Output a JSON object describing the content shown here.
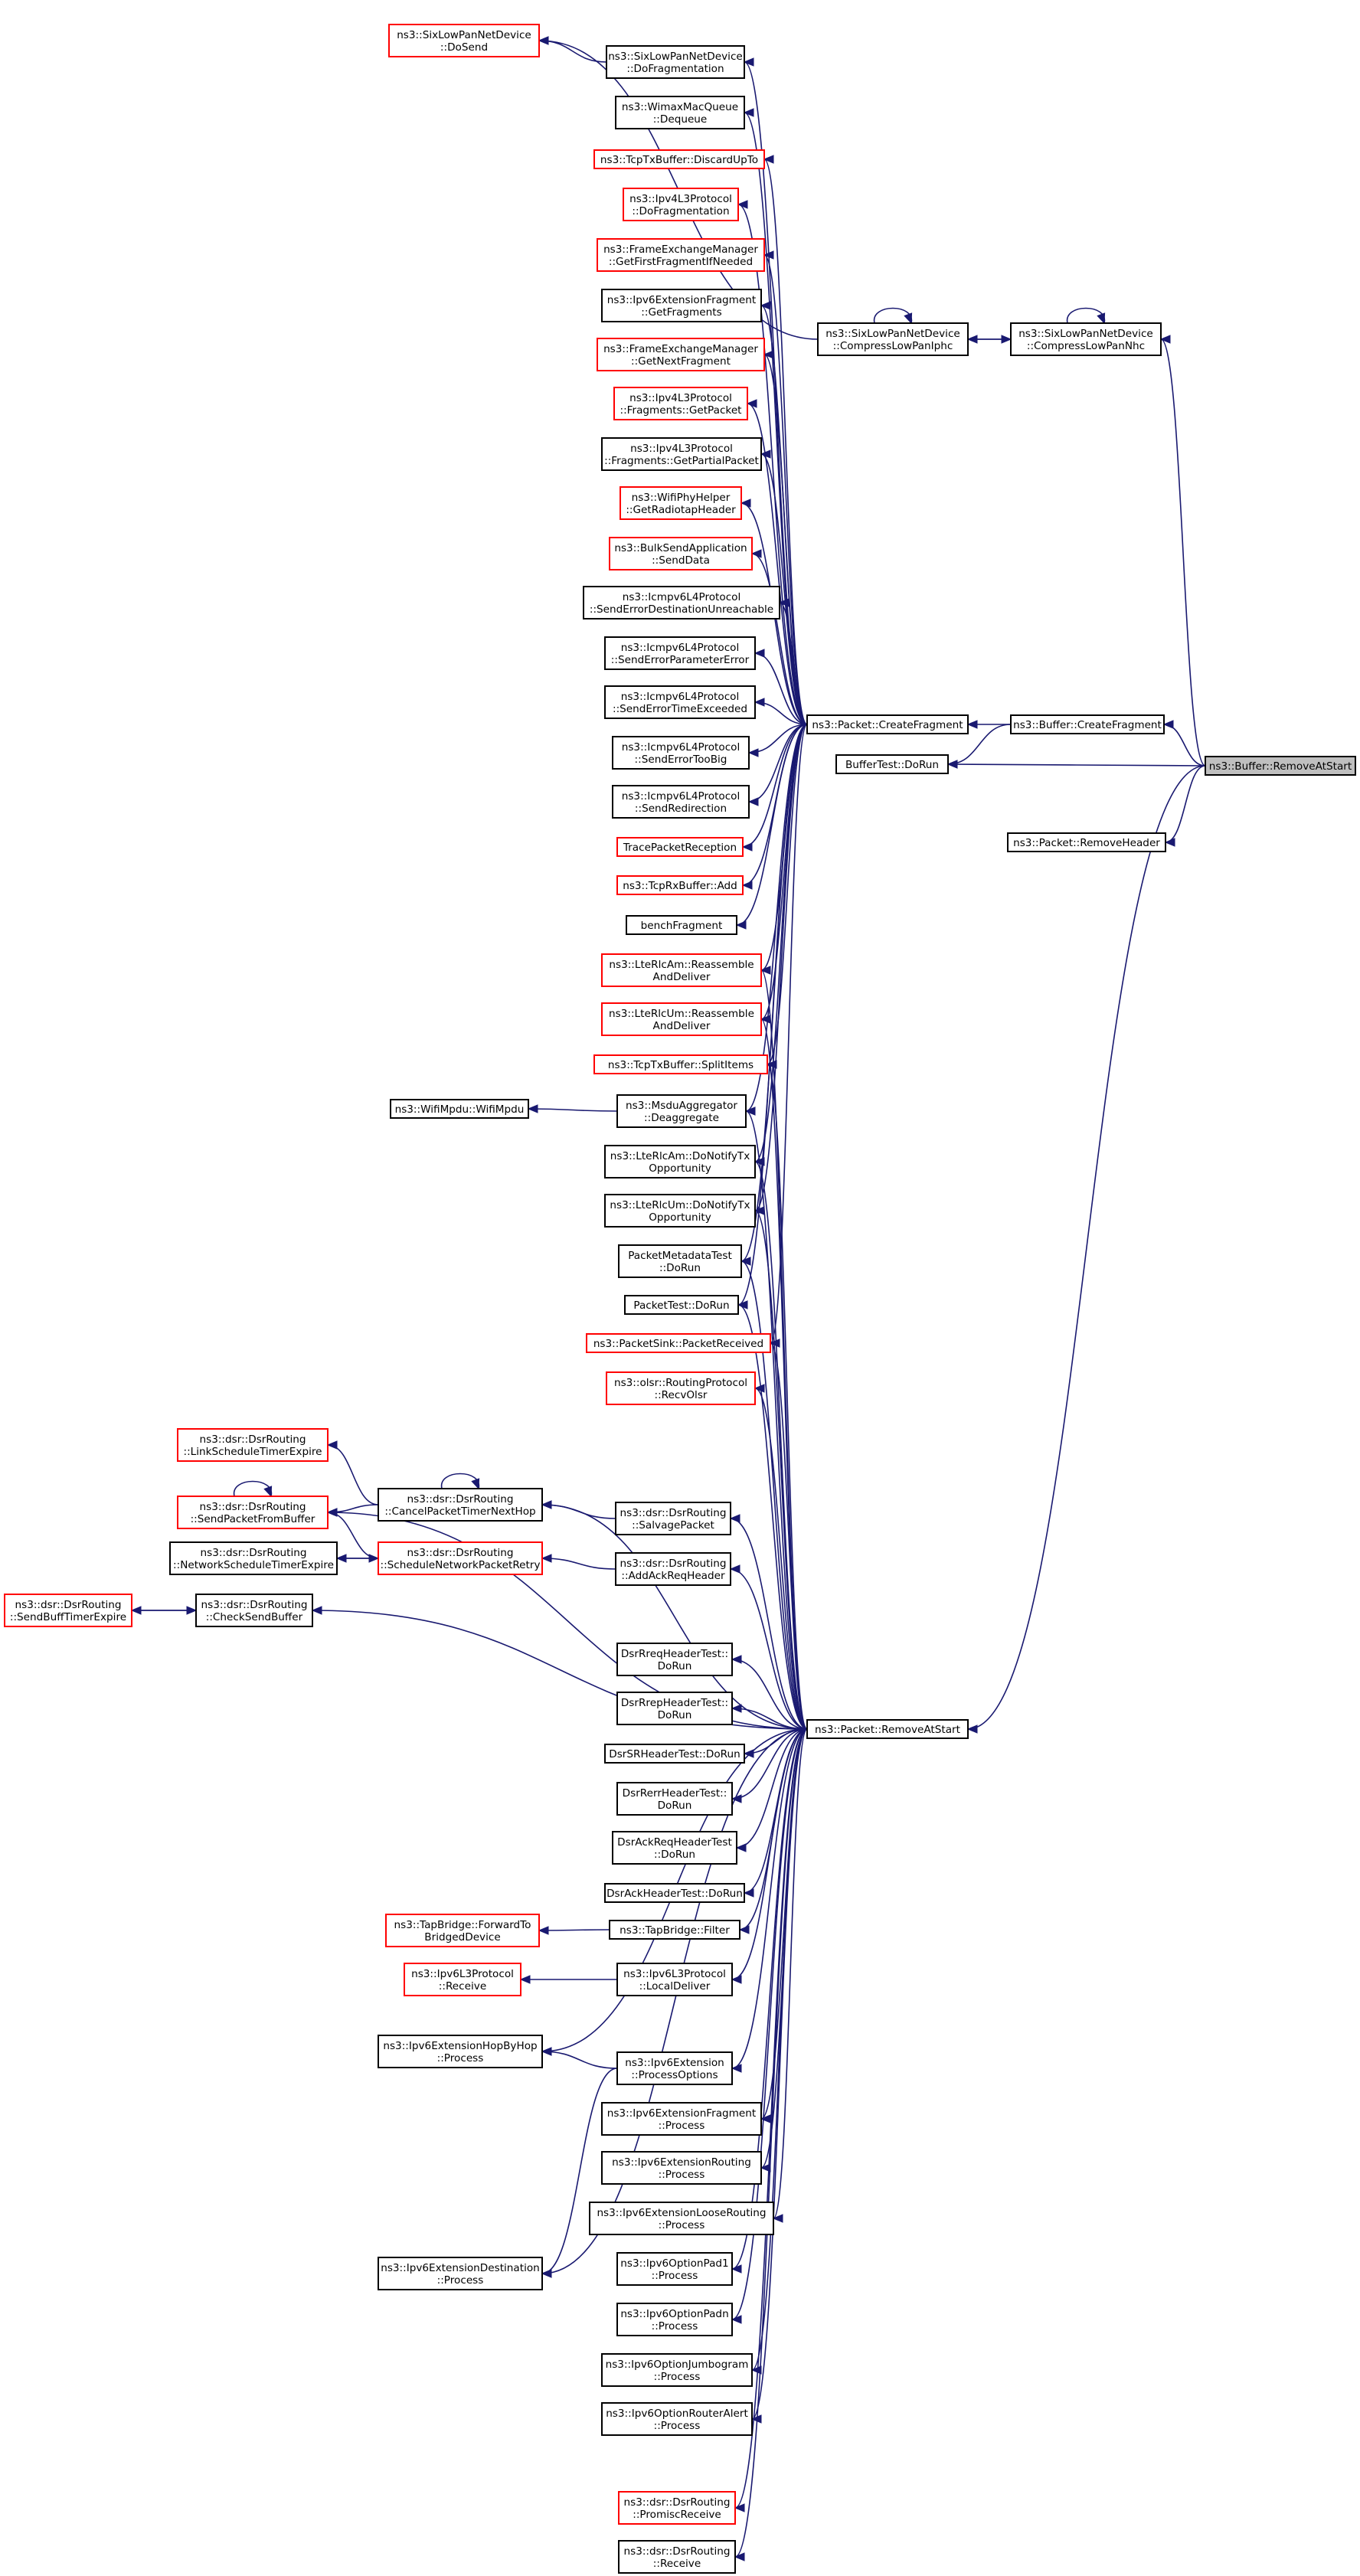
{
  "colors": {
    "edge": "#191970",
    "node_black": "#000000",
    "node_red": "#ff0000",
    "focus_fill": "#bfbfbf"
  },
  "nodes": {
    "lp_send": {
      "lines": [
        "ns3::SixLowPanNetDevice",
        "::DoSend"
      ],
      "border": "red"
    },
    "lp_frag": {
      "lines": [
        "ns3::SixLowPanNetDevice",
        "::DoFragmentation"
      ],
      "border": "black"
    },
    "wimax": {
      "lines": [
        "ns3::WimaxMacQueue",
        "::Dequeue"
      ],
      "border": "black"
    },
    "tcptx_discard": {
      "lines": [
        "ns3::TcpTxBuffer::DiscardUpTo"
      ],
      "border": "red"
    },
    "ipv4_dofrag": {
      "lines": [
        "ns3::Ipv4L3Protocol",
        "::DoFragmentation"
      ],
      "border": "red"
    },
    "fem_first": {
      "lines": [
        "ns3::FrameExchangeManager",
        "::GetFirstFragmentIfNeeded"
      ],
      "border": "red"
    },
    "ipv6ef_get": {
      "lines": [
        "ns3::Ipv6ExtensionFragment",
        "::GetFragments"
      ],
      "border": "black"
    },
    "fem_next": {
      "lines": [
        "ns3::FrameExchangeManager",
        "::GetNextFragment"
      ],
      "border": "red"
    },
    "ipv4_getpacket": {
      "lines": [
        "ns3::Ipv4L3Protocol",
        "::Fragments::GetPacket"
      ],
      "border": "red"
    },
    "ipv4_getpartial": {
      "lines": [
        "ns3::Ipv4L3Protocol",
        "::Fragments::GetPartialPacket"
      ],
      "border": "black"
    },
    "wifiphy_radiotap": {
      "lines": [
        "ns3::WifiPhyHelper",
        "::GetRadiotapHeader"
      ],
      "border": "red"
    },
    "bulksend": {
      "lines": [
        "ns3::BulkSendApplication",
        "::SendData"
      ],
      "border": "red"
    },
    "icmp_dest": {
      "lines": [
        "ns3::Icmpv6L4Protocol",
        "::SendErrorDestinationUnreachable"
      ],
      "border": "black"
    },
    "icmp_param": {
      "lines": [
        "ns3::Icmpv6L4Protocol",
        "::SendErrorParameterError"
      ],
      "border": "black"
    },
    "icmp_time": {
      "lines": [
        "ns3::Icmpv6L4Protocol",
        "::SendErrorTimeExceeded"
      ],
      "border": "black"
    },
    "icmp_toobig": {
      "lines": [
        "ns3::Icmpv6L4Protocol",
        "::SendErrorTooBig"
      ],
      "border": "black"
    },
    "icmp_redir": {
      "lines": [
        "ns3::Icmpv6L4Protocol",
        "::SendRedirection"
      ],
      "border": "black"
    },
    "trace_rx": {
      "lines": [
        "TracePacketReception"
      ],
      "border": "red"
    },
    "tcprx_add": {
      "lines": [
        "ns3::TcpRxBuffer::Add"
      ],
      "border": "red"
    },
    "bench": {
      "lines": [
        "benchFragment"
      ],
      "border": "black"
    },
    "rlcam_reasm": {
      "lines": [
        "ns3::LteRlcAm::Reassemble",
        "AndDeliver"
      ],
      "border": "red"
    },
    "rlcum_reasm": {
      "lines": [
        "ns3::LteRlcUm::Reassemble",
        "AndDeliver"
      ],
      "border": "red"
    },
    "tcptx_split": {
      "lines": [
        "ns3::TcpTxBuffer::SplitItems"
      ],
      "border": "red"
    },
    "wifimpdu": {
      "lines": [
        "ns3::WifiMpdu::WifiMpdu"
      ],
      "border": "black"
    },
    "msdu_deagg": {
      "lines": [
        "ns3::MsduAggregator",
        "::Deaggregate"
      ],
      "border": "black"
    },
    "rlcam_notify": {
      "lines": [
        "ns3::LteRlcAm::DoNotifyTx",
        "Opportunity"
      ],
      "border": "black"
    },
    "rlcum_notify": {
      "lines": [
        "ns3::LteRlcUm::DoNotifyTx",
        "Opportunity"
      ],
      "border": "black"
    },
    "pktmeta": {
      "lines": [
        "PacketMetadataTest",
        "::DoRun"
      ],
      "border": "black"
    },
    "pkttest": {
      "lines": [
        "PacketTest::DoRun"
      ],
      "border": "black"
    },
    "pktsink": {
      "lines": [
        "ns3::PacketSink::PacketReceived"
      ],
      "border": "red"
    },
    "olsr": {
      "lines": [
        "ns3::olsr::RoutingProtocol",
        "::RecvOlsr"
      ],
      "border": "red"
    },
    "dsr_link": {
      "lines": [
        "ns3::dsr::DsrRouting",
        "::LinkScheduleTimerExpire"
      ],
      "border": "red"
    },
    "dsr_sendbuf": {
      "lines": [
        "ns3::dsr::DsrRouting",
        "::SendPacketFromBuffer"
      ],
      "border": "red"
    },
    "dsr_cancel": {
      "lines": [
        "ns3::dsr::DsrRouting",
        "::CancelPacketTimerNextHop"
      ],
      "border": "black"
    },
    "dsr_salvage": {
      "lines": [
        "ns3::dsr::DsrRouting",
        "::SalvagePacket"
      ],
      "border": "black"
    },
    "dsr_netsched": {
      "lines": [
        "ns3::dsr::DsrRouting",
        "::NetworkScheduleTimerExpire"
      ],
      "border": "black"
    },
    "dsr_schedretry": {
      "lines": [
        "ns3::dsr::DsrRouting",
        "::ScheduleNetworkPacketRetry"
      ],
      "border": "red"
    },
    "dsr_addack": {
      "lines": [
        "ns3::dsr::DsrRouting",
        "::AddAckReqHeader"
      ],
      "border": "black"
    },
    "dsr_buffexp": {
      "lines": [
        "ns3::dsr::DsrRouting",
        "::SendBuffTimerExpire"
      ],
      "border": "red"
    },
    "dsr_checkbuf": {
      "lines": [
        "ns3::dsr::DsrRouting",
        "::CheckSendBuffer"
      ],
      "border": "black"
    },
    "dsrrreq": {
      "lines": [
        "DsrRreqHeaderTest::",
        "DoRun"
      ],
      "border": "black"
    },
    "dsrrrep": {
      "lines": [
        "DsrRrepHeaderTest::",
        "DoRun"
      ],
      "border": "black"
    },
    "dsrsr": {
      "lines": [
        "DsrSRHeaderTest::DoRun"
      ],
      "border": "black"
    },
    "dsrrerr": {
      "lines": [
        "DsrRerrHeaderTest::",
        "DoRun"
      ],
      "border": "black"
    },
    "dsrackreq": {
      "lines": [
        "DsrAckReqHeaderTest",
        "::DoRun"
      ],
      "border": "black"
    },
    "dsrack": {
      "lines": [
        "DsrAckHeaderTest::DoRun"
      ],
      "border": "black"
    },
    "tap_fwd": {
      "lines": [
        "ns3::TapBridge::ForwardTo",
        "BridgedDevice"
      ],
      "border": "red"
    },
    "tap_filter": {
      "lines": [
        "ns3::TapBridge::Filter"
      ],
      "border": "black"
    },
    "ipv6l3_recv": {
      "lines": [
        "ns3::Ipv6L3Protocol",
        "::Receive"
      ],
      "border": "red"
    },
    "ipv6l3_local": {
      "lines": [
        "ns3::Ipv6L3Protocol",
        "::LocalDeliver"
      ],
      "border": "black"
    },
    "ipv6hbh": {
      "lines": [
        "ns3::Ipv6ExtensionHopByHop",
        "::Process"
      ],
      "border": "black"
    },
    "ipv6ext_opts": {
      "lines": [
        "ns3::Ipv6Extension",
        "::ProcessOptions"
      ],
      "border": "black"
    },
    "ipv6frag_proc": {
      "lines": [
        "ns3::Ipv6ExtensionFragment",
        "::Process"
      ],
      "border": "black"
    },
    "ipv6rout": {
      "lines": [
        "ns3::Ipv6ExtensionRouting",
        "::Process"
      ],
      "border": "black"
    },
    "ipv6loose": {
      "lines": [
        "ns3::Ipv6ExtensionLooseRouting",
        "::Process"
      ],
      "border": "black"
    },
    "ipv6dest": {
      "lines": [
        "ns3::Ipv6ExtensionDestination",
        "::Process"
      ],
      "border": "black"
    },
    "pad1": {
      "lines": [
        "ns3::Ipv6OptionPad1",
        "::Process"
      ],
      "border": "black"
    },
    "padn": {
      "lines": [
        "ns3::Ipv6OptionPadn",
        "::Process"
      ],
      "border": "black"
    },
    "jumbo": {
      "lines": [
        "ns3::Ipv6OptionJumbogram",
        "::Process"
      ],
      "border": "black"
    },
    "ralert": {
      "lines": [
        "ns3::Ipv6OptionRouterAlert",
        "::Process"
      ],
      "border": "black"
    },
    "dsr_promisc": {
      "lines": [
        "ns3::dsr::DsrRouting",
        "::PromiscReceive"
      ],
      "border": "red"
    },
    "dsr_recv": {
      "lines": [
        "ns3::dsr::DsrRouting",
        "::Receive"
      ],
      "border": "black"
    },
    "pkt_createfrag": {
      "lines": [
        "ns3::Packet::CreateFragment"
      ],
      "border": "black"
    },
    "pkt_removeatstart": {
      "lines": [
        "ns3::Packet::RemoveAtStart"
      ],
      "border": "black"
    },
    "lp_compiphc": {
      "lines": [
        "ns3::SixLowPanNetDevice",
        "::CompressLowPanIphc"
      ],
      "border": "black"
    },
    "lp_compnhc": {
      "lines": [
        "ns3::SixLowPanNetDevice",
        "::CompressLowPanNhc"
      ],
      "border": "black"
    },
    "buf_createfrag": {
      "lines": [
        "ns3::Buffer::CreateFragment"
      ],
      "border": "black"
    },
    "buffertest": {
      "lines": [
        "BufferTest::DoRun"
      ],
      "border": "black"
    },
    "pkt_removeheader": {
      "lines": [
        "ns3::Packet::RemoveHeader"
      ],
      "border": "black"
    },
    "buf_removeatstart": {
      "lines": [
        "ns3::Buffer::RemoveAtStart"
      ],
      "border": "focus"
    }
  },
  "edges": [
    [
      "pkt_createfrag",
      "lp_frag"
    ],
    [
      "pkt_createfrag",
      "wimax"
    ],
    [
      "pkt_createfrag",
      "tcptx_discard"
    ],
    [
      "pkt_createfrag",
      "ipv4_dofrag"
    ],
    [
      "pkt_createfrag",
      "fem_first"
    ],
    [
      "pkt_createfrag",
      "ipv6ef_get"
    ],
    [
      "pkt_createfrag",
      "fem_next"
    ],
    [
      "pkt_createfrag",
      "ipv4_getpacket"
    ],
    [
      "pkt_createfrag",
      "ipv4_getpartial"
    ],
    [
      "pkt_createfrag",
      "wifiphy_radiotap"
    ],
    [
      "pkt_createfrag",
      "bulksend"
    ],
    [
      "pkt_createfrag",
      "icmp_dest"
    ],
    [
      "pkt_createfrag",
      "icmp_param"
    ],
    [
      "pkt_createfrag",
      "icmp_time"
    ],
    [
      "pkt_createfrag",
      "icmp_toobig"
    ],
    [
      "pkt_createfrag",
      "icmp_redir"
    ],
    [
      "pkt_createfrag",
      "trace_rx"
    ],
    [
      "pkt_createfrag",
      "tcprx_add"
    ],
    [
      "pkt_createfrag",
      "bench"
    ],
    [
      "pkt_createfrag",
      "rlcam_reasm"
    ],
    [
      "pkt_createfrag",
      "rlcum_reasm"
    ],
    [
      "pkt_createfrag",
      "tcptx_split"
    ],
    [
      "pkt_createfrag",
      "msdu_deagg"
    ],
    [
      "pkt_createfrag",
      "rlcam_notify"
    ],
    [
      "pkt_createfrag",
      "rlcum_notify"
    ],
    [
      "pkt_createfrag",
      "pktmeta"
    ],
    [
      "pkt_createfrag",
      "pkttest"
    ],
    [
      "pkt_createfrag",
      "pktsink"
    ],
    [
      "lp_frag",
      "lp_send"
    ],
    [
      "msdu_deagg",
      "wifimpdu"
    ],
    [
      "buf_createfrag",
      "pkt_createfrag"
    ],
    [
      "buf_createfrag",
      "buffertest"
    ],
    [
      "lp_compiphc",
      "lp_send"
    ],
    [
      "lp_compiphc",
      "lp_compnhc"
    ],
    [
      "lp_compnhc",
      "lp_compiphc"
    ],
    [
      "buf_removeatstart",
      "lp_compnhc"
    ],
    [
      "buf_removeatstart",
      "buf_createfrag"
    ],
    [
      "buf_removeatstart",
      "buffertest"
    ],
    [
      "buf_removeatstart",
      "pkt_removeatstart"
    ],
    [
      "buf_removeatstart",
      "pkt_removeheader"
    ],
    [
      "pkt_removeatstart",
      "rlcam_reasm"
    ],
    [
      "pkt_removeatstart",
      "rlcum_reasm"
    ],
    [
      "pkt_removeatstart",
      "tcptx_split"
    ],
    [
      "pkt_removeatstart",
      "msdu_deagg"
    ],
    [
      "pkt_removeatstart",
      "rlcam_notify"
    ],
    [
      "pkt_removeatstart",
      "rlcum_notify"
    ],
    [
      "pkt_removeatstart",
      "pktmeta"
    ],
    [
      "pkt_removeatstart",
      "pkttest"
    ],
    [
      "pkt_removeatstart",
      "pktsink"
    ],
    [
      "pkt_removeatstart",
      "olsr"
    ],
    [
      "pkt_removeatstart",
      "dsr_sendbuf"
    ],
    [
      "pkt_removeatstart",
      "dsr_cancel"
    ],
    [
      "pkt_removeatstart",
      "dsr_salvage"
    ],
    [
      "pkt_removeatstart",
      "dsr_addack"
    ],
    [
      "pkt_removeatstart",
      "dsr_checkbuf"
    ],
    [
      "pkt_removeatstart",
      "dsrrreq"
    ],
    [
      "pkt_removeatstart",
      "dsrrrep"
    ],
    [
      "pkt_removeatstart",
      "dsrsr"
    ],
    [
      "pkt_removeatstart",
      "dsrrerr"
    ],
    [
      "pkt_removeatstart",
      "dsrackreq"
    ],
    [
      "pkt_removeatstart",
      "dsrack"
    ],
    [
      "pkt_removeatstart",
      "tap_filter"
    ],
    [
      "pkt_removeatstart",
      "ipv6l3_local"
    ],
    [
      "pkt_removeatstart",
      "ipv6hbh"
    ],
    [
      "pkt_removeatstart",
      "ipv6ext_opts"
    ],
    [
      "pkt_removeatstart",
      "ipv6frag_proc"
    ],
    [
      "pkt_removeatstart",
      "ipv6rout"
    ],
    [
      "pkt_removeatstart",
      "ipv6loose"
    ],
    [
      "pkt_removeatstart",
      "ipv6dest"
    ],
    [
      "pkt_removeatstart",
      "pad1"
    ],
    [
      "pkt_removeatstart",
      "padn"
    ],
    [
      "pkt_removeatstart",
      "jumbo"
    ],
    [
      "pkt_removeatstart",
      "ralert"
    ],
    [
      "pkt_removeatstart",
      "dsr_promisc"
    ],
    [
      "pkt_removeatstart",
      "dsr_recv"
    ],
    [
      "dsr_cancel",
      "dsr_link"
    ],
    [
      "dsr_cancel",
      "dsr_sendbuf"
    ],
    [
      "dsr_salvage",
      "dsr_cancel"
    ],
    [
      "dsr_schedretry",
      "dsr_netsched"
    ],
    [
      "dsr_netsched",
      "dsr_schedretry"
    ],
    [
      "dsr_schedretry",
      "dsr_sendbuf"
    ],
    [
      "dsr_addack",
      "dsr_schedretry"
    ],
    [
      "dsr_checkbuf",
      "dsr_buffexp"
    ],
    [
      "dsr_buffexp",
      "dsr_checkbuf"
    ],
    [
      "tap_filter",
      "tap_fwd"
    ],
    [
      "ipv6l3_local",
      "ipv6l3_recv"
    ],
    [
      "ipv6ext_opts",
      "ipv6hbh"
    ],
    [
      "ipv6ext_opts",
      "ipv6dest"
    ]
  ],
  "self_loops": [
    "lp_compiphc",
    "lp_compnhc",
    "dsr_sendbuf",
    "dsr_cancel"
  ]
}
